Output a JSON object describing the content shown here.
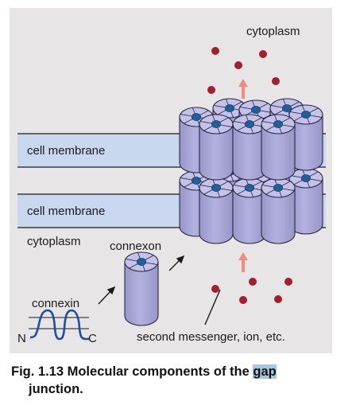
{
  "labels": {
    "cytoplasm_top": "cytoplasm",
    "cell_membrane_1": "cell membrane",
    "cell_membrane_2": "cell membrane",
    "cytoplasm_bottom": "cytoplasm",
    "connexon": "connexon",
    "connexin": "connexin",
    "n_terminus": "N",
    "c_terminus": "C",
    "second_messenger": "second messenger, ion, etc."
  },
  "caption": {
    "prefix": "Fig. 1.13 Molecular components of the ",
    "highlight": "gap",
    "line2": "junction."
  },
  "colors": {
    "panel_bg": "#e8e5e6",
    "membrane": "#c9d8ee",
    "cylinder": "#a9a7d6",
    "pore": "#1f5f9a",
    "particle": "#a31f2e",
    "arrow": "#f08c7c",
    "caption_highlight": "#a9c7dc"
  }
}
